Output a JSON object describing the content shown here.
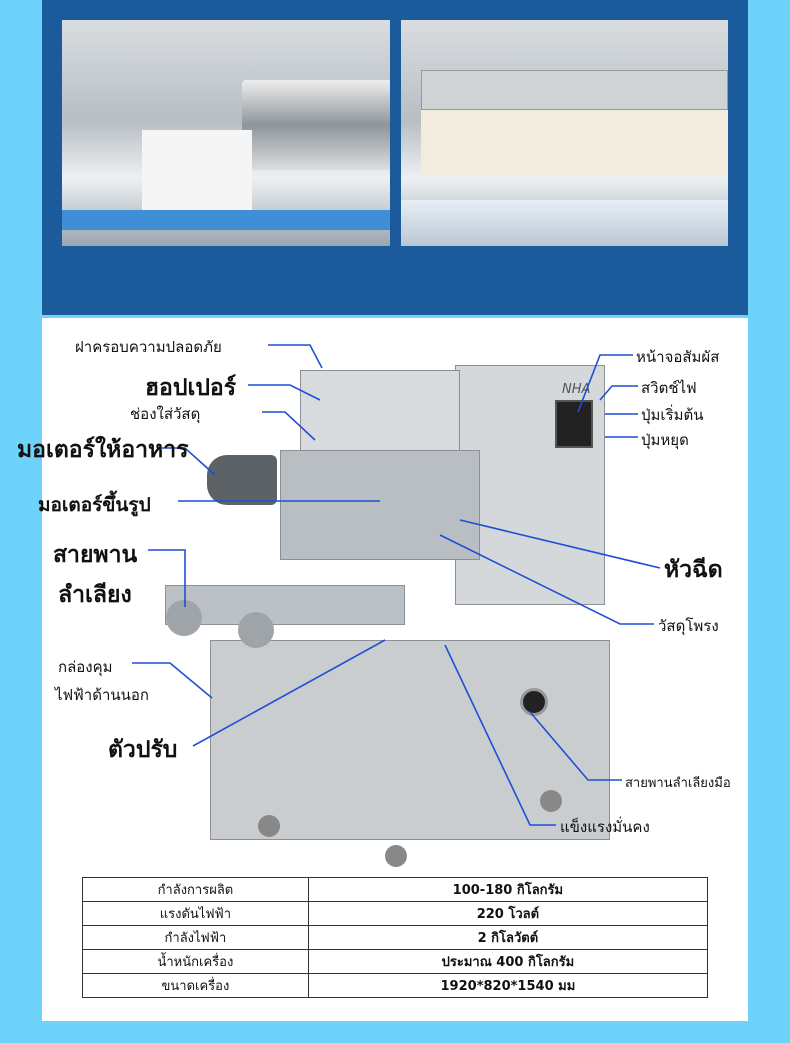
{
  "labels": {
    "safety_cover": "ฝาครอบความปลอดภัย",
    "hopper": "ฮอปเปอร์",
    "material_inlet": "ช่องใส่วัสดุ",
    "feed_motor": "มอเตอร์ให้อาหาร",
    "forming_motor": "มอเตอร์ขึ้นรูป",
    "conveyor_1": "สายพาน",
    "conveyor_2": "ลำเลียง",
    "control_box_1": "กล่องคุม",
    "control_box_2": "ไฟฟ้าด้านนอก",
    "adjuster": "ตัวปรับ",
    "touch_screen": "หน้าจอสัมผัส",
    "power_switch": "สวิตช์ไฟ",
    "start_button": "ปุ่มเริ่มต้น",
    "stop_button": "ปุ่มหยุด",
    "nozzle": "หัวฉีด",
    "hollow_material": "วัสดุโพรง",
    "manual_conveyor": "สายพานลำเลียงมือ",
    "sturdy": "แข็งแรงมั่นคง",
    "brand": "NHA"
  },
  "specs": [
    {
      "name": "กำลังการผลิต",
      "value": "100-180 กิโลกรัม"
    },
    {
      "name": "แรงดันไฟฟ้า",
      "value": "220 โวลต์"
    },
    {
      "name": "กำลังไฟฟ้า",
      "value": "2 กิโลวัตต์"
    },
    {
      "name": "น้ำหนักเครื่อง",
      "value": "ประมาณ 400 กิโลกรัม"
    },
    {
      "name": "ขนาดเครื่อง",
      "value": "1920*820*1540 มม"
    }
  ]
}
